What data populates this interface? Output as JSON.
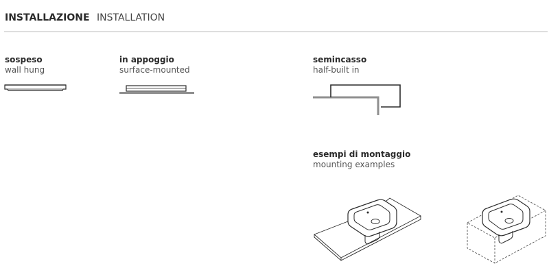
{
  "header": {
    "title_it": "INSTALLAZIONE",
    "title_en": "INSTALLATION"
  },
  "installations": [
    {
      "it": "sospeso",
      "en": "wall hung"
    },
    {
      "it": "in appoggio",
      "en": "surface-mounted"
    },
    {
      "it": "semincasso",
      "en": "half-built in"
    }
  ],
  "examples": {
    "it": "esempi di montaggio",
    "en": "mounting examples"
  },
  "colors": {
    "line": "#2b2b2b",
    "surface": "#8f8f8f",
    "rule": "#b5b5b5"
  }
}
